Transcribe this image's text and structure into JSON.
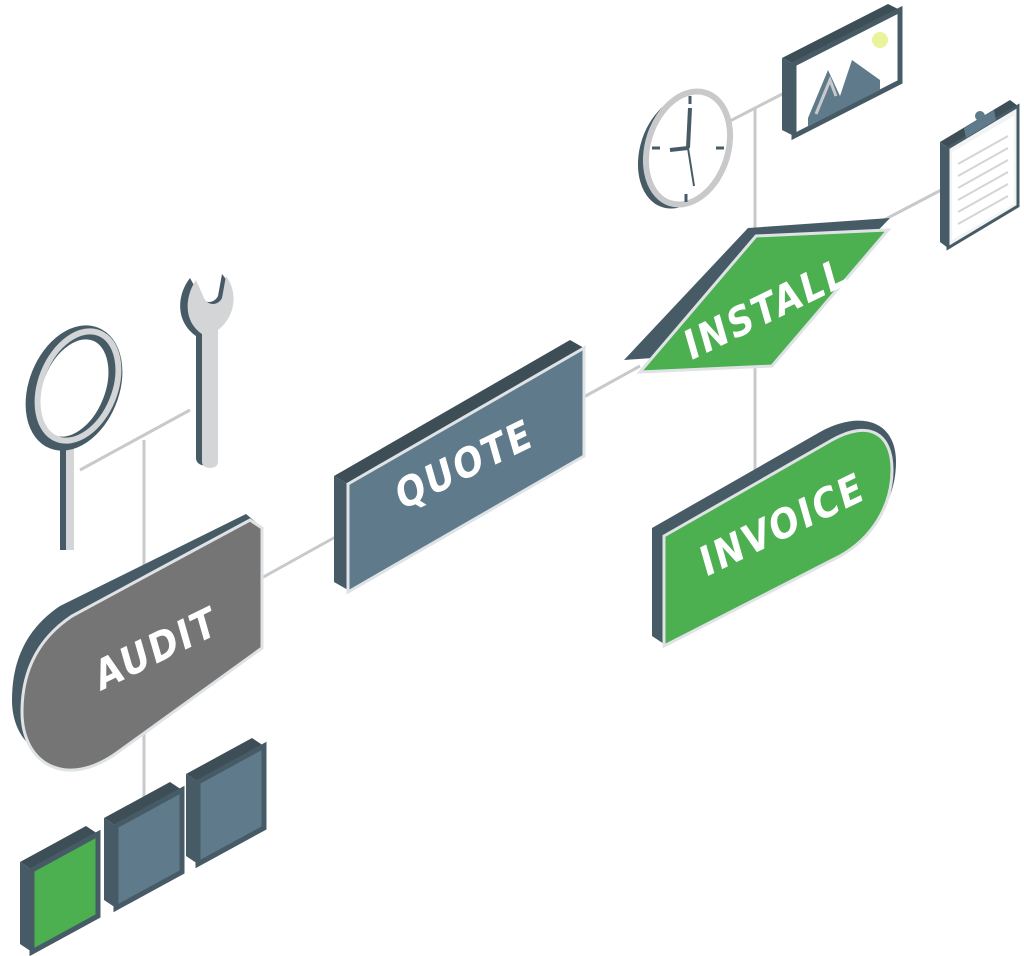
{
  "diagram": {
    "nodes": {
      "audit": {
        "label": "AUDIT",
        "color": "#757575"
      },
      "quote": {
        "label": "QUOTE",
        "color": "#5f7a8a"
      },
      "install": {
        "label": "INSTALL",
        "color": "#4caf50"
      },
      "invoice": {
        "label": "INVOICE",
        "color": "#4caf50"
      }
    },
    "colors": {
      "edge": "#475b66",
      "connector": "#c8c9ca",
      "green": "#4caf50",
      "slate": "#5f7a8a"
    },
    "icons": [
      "magnifier-icon",
      "wrench-icon",
      "clock-icon",
      "image-icon",
      "clipboard-icon",
      "tile-icon"
    ]
  }
}
